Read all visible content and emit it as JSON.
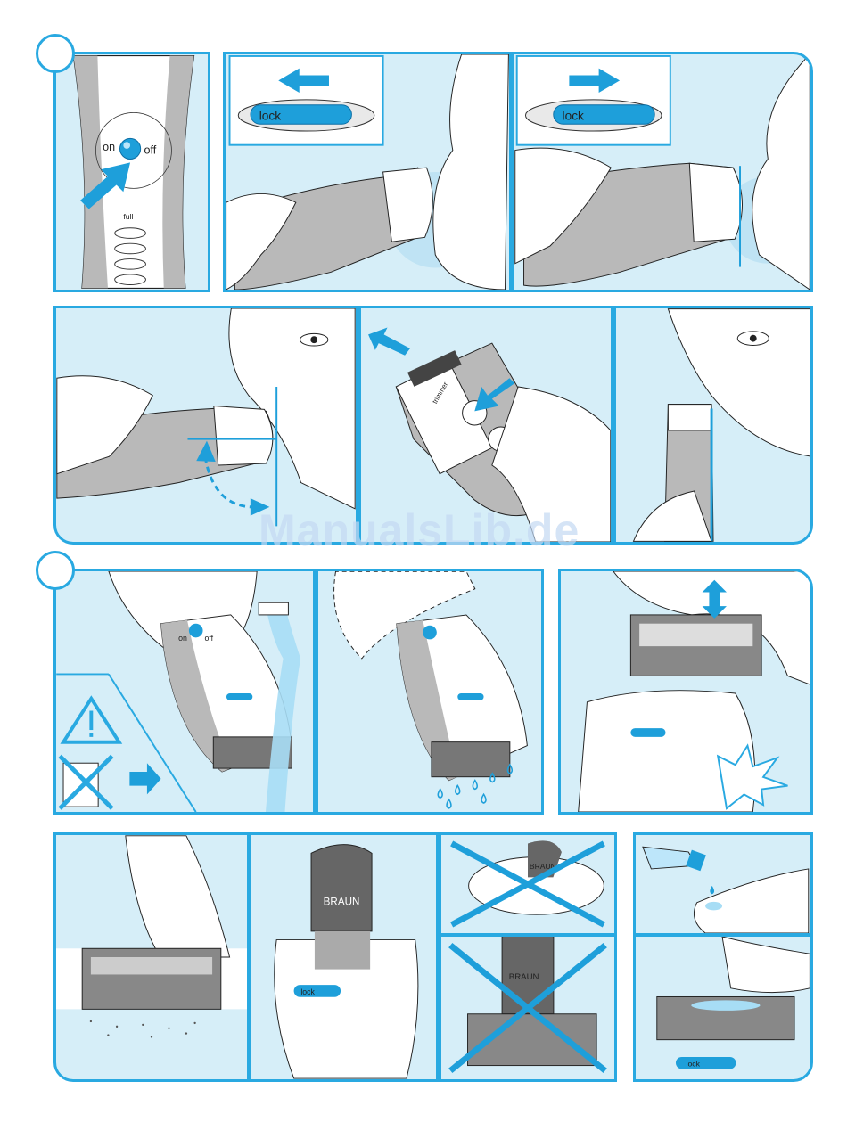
{
  "labels": {
    "on": "on",
    "off": "off",
    "full": "full",
    "lock": "lock",
    "brand": "BRAUN",
    "trimmer": "trimmer",
    "watermark": "ManualsLib.de"
  },
  "colors": {
    "panel_bg": "#d6eef8",
    "frame": "#29a9e1",
    "accent_blue": "#1e9fda",
    "shaver_gray": "#b9b9b9"
  },
  "icons": [
    "power-button-icon",
    "push-arrow-icon",
    "slide-left-arrow-icon",
    "slide-right-arrow-icon",
    "warning-triangle-icon",
    "unplug-icon",
    "water-drops-icon",
    "oil-drop-icon",
    "prohibited-x-icon",
    "up-down-arrow-icon"
  ]
}
